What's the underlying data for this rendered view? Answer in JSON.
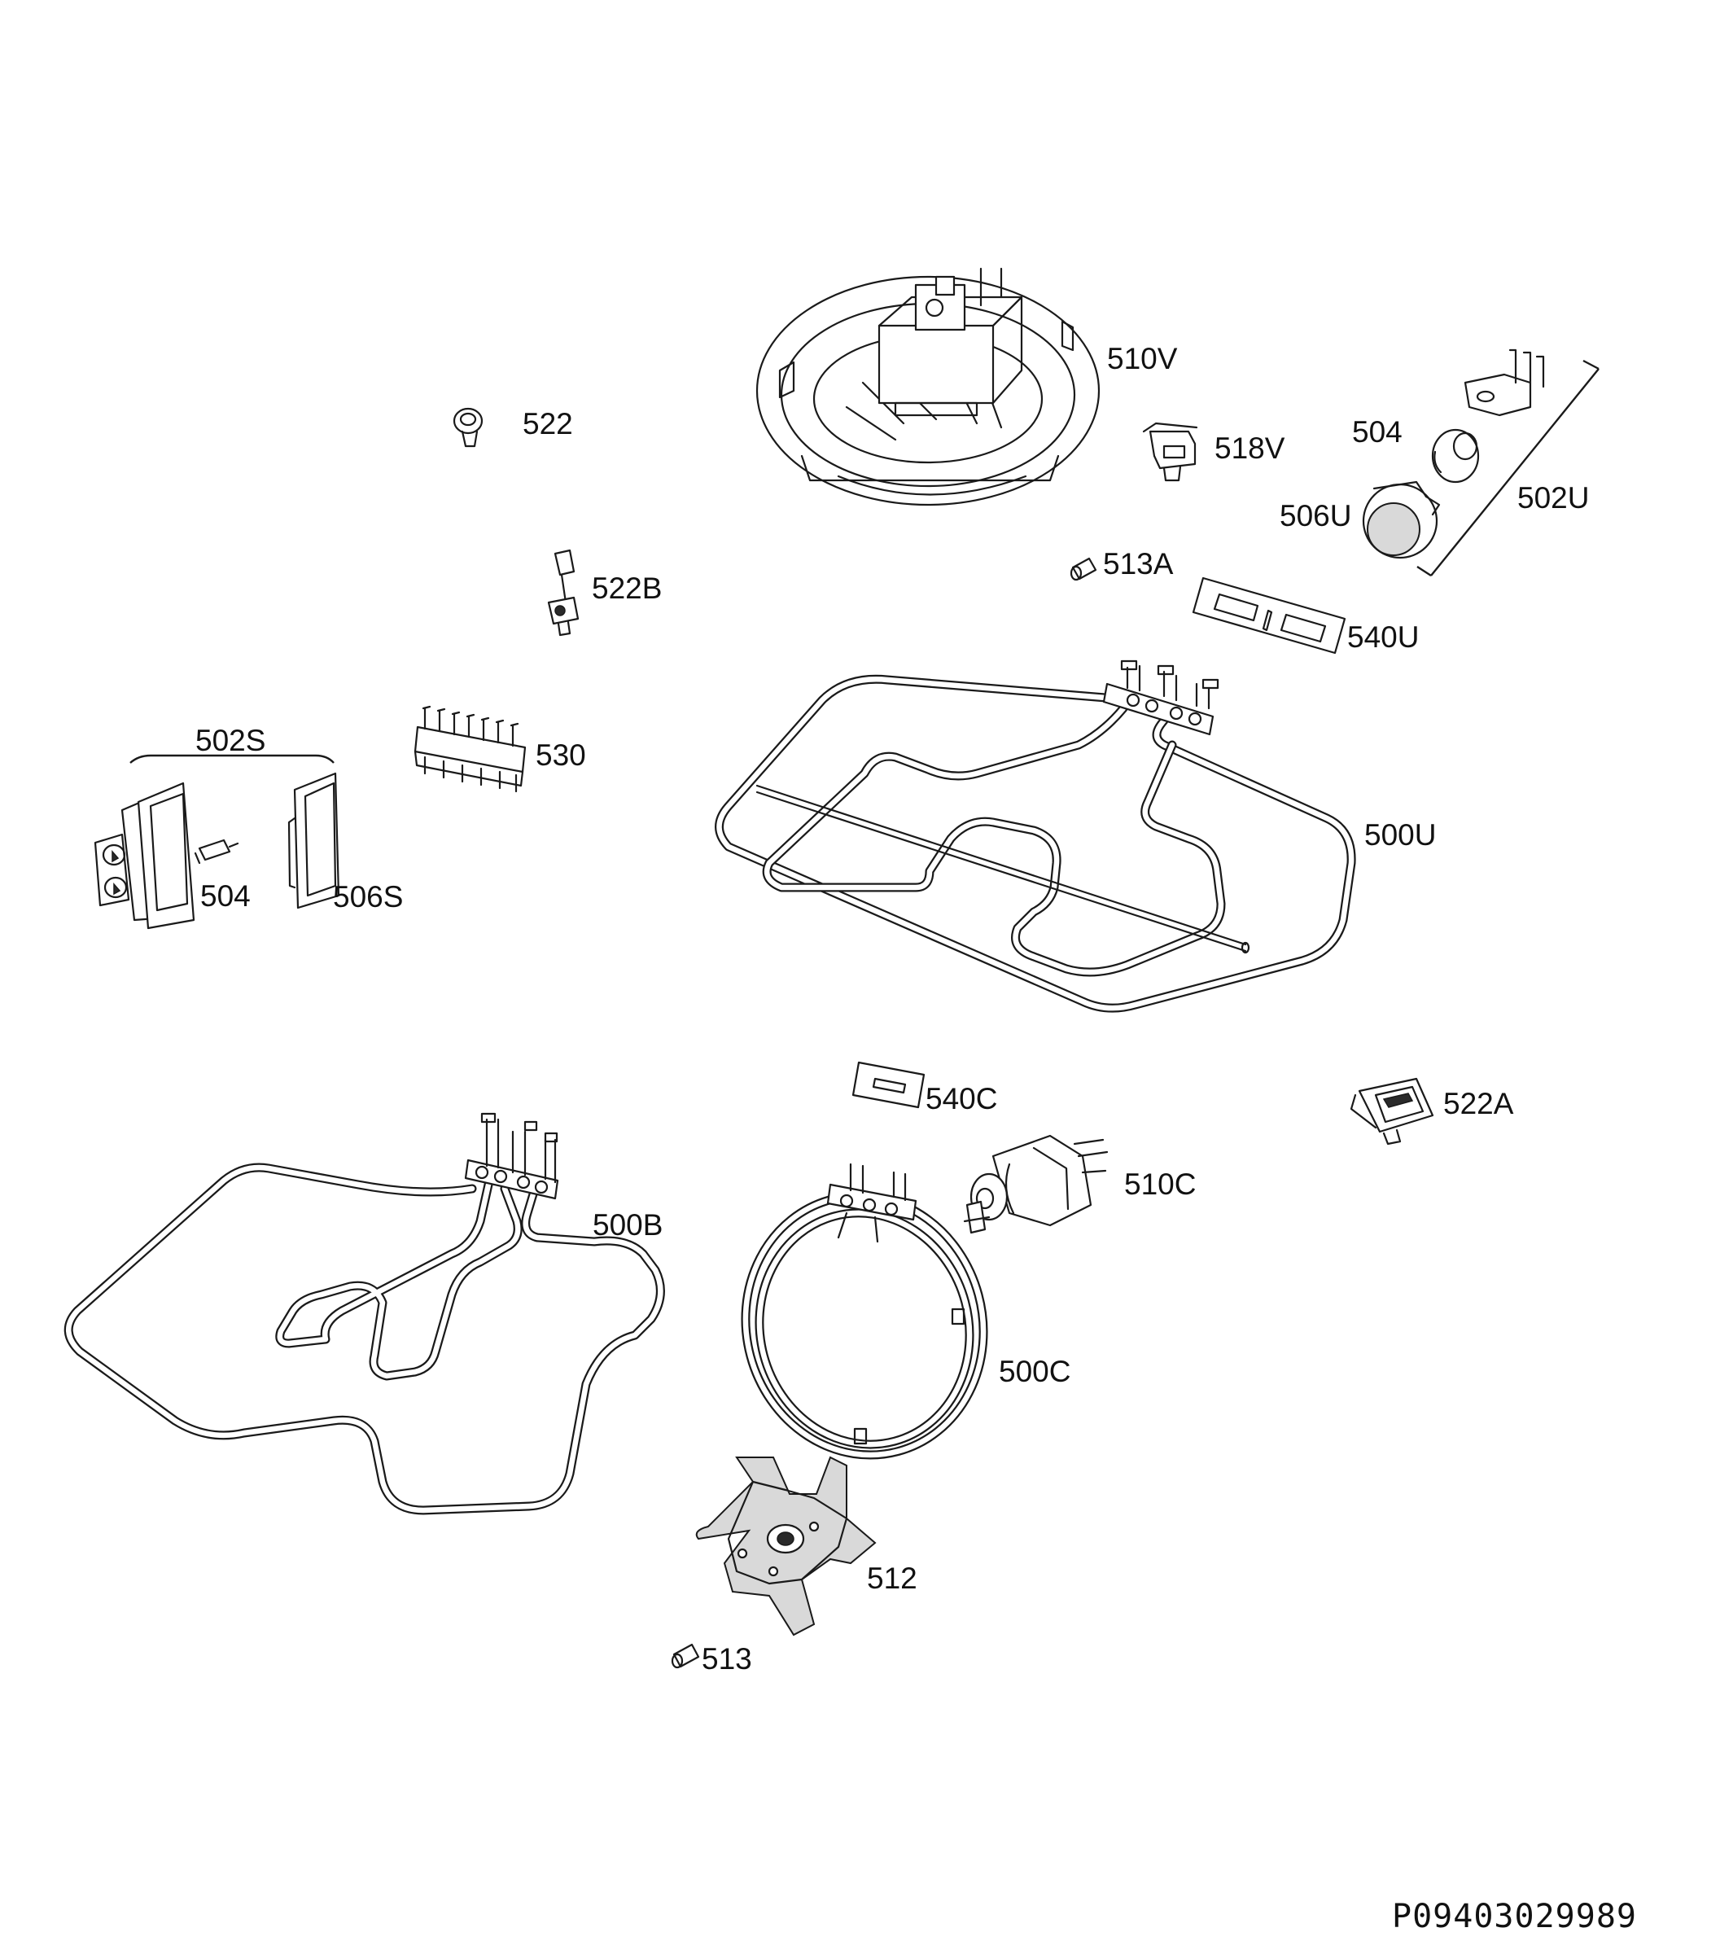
{
  "labels": {
    "l510V": "510V",
    "l522": "522",
    "l518V": "518V",
    "l504top": "504",
    "l502U": "502U",
    "l506U": "506U",
    "l513A": "513A",
    "l522B": "522B",
    "l540U": "540U",
    "l530": "530",
    "l502S": "502S",
    "l500U": "500U",
    "l504left": "504",
    "l506S": "506S",
    "l540C": "540C",
    "l522A": "522A",
    "l510C": "510C",
    "l500B": "500B",
    "l500C": "500C",
    "l512": "512",
    "l513": "513"
  },
  "document_number": "P09403029989"
}
